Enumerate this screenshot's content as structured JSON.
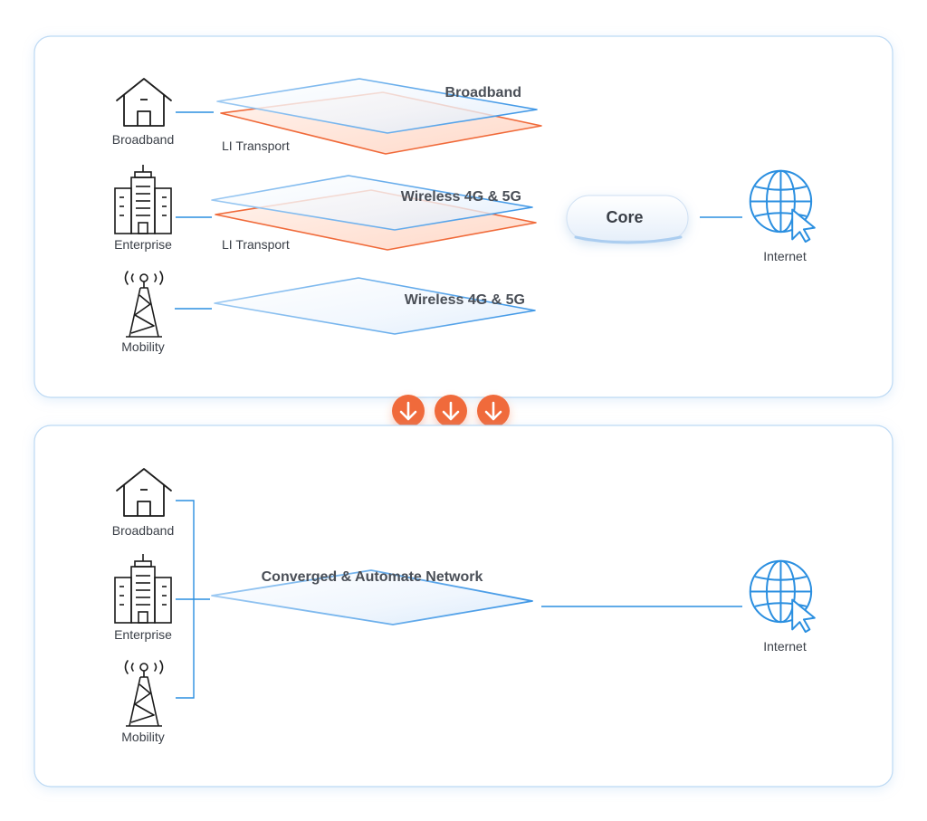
{
  "top_panel": {
    "sources": {
      "broadband": "Broadband",
      "enterprise": "Enterprise",
      "mobility": "Mobility"
    },
    "layers": {
      "broadband": "Broadband",
      "wireless_1": "Wireless 4G & 5G",
      "wireless_2": "Wireless 4G & 5G",
      "li_transport_1": "LI Transport",
      "li_transport_2": "LI Transport"
    },
    "core": "Core",
    "internet": "Internet"
  },
  "transition_arrows": 3,
  "bottom_panel": {
    "sources": {
      "broadband": "Broadband",
      "enterprise": "Enterprise",
      "mobility": "Mobility"
    },
    "network": "Converged & Automate Network",
    "internet": "Internet"
  },
  "colors": {
    "panel_border": "#bcd9f4",
    "line_blue": "#2b8fe0",
    "orange_accent": "#f06a3a",
    "icon_black": "#1b1b1b",
    "text_dark": "#3a3f47",
    "title_dark": "#4a4f57"
  },
  "icons": {
    "broadband": "house-icon",
    "enterprise": "office-building-icon",
    "mobility": "cell-tower-icon",
    "internet": "globe-cursor-icon",
    "arrow": "arrow-down-icon"
  }
}
